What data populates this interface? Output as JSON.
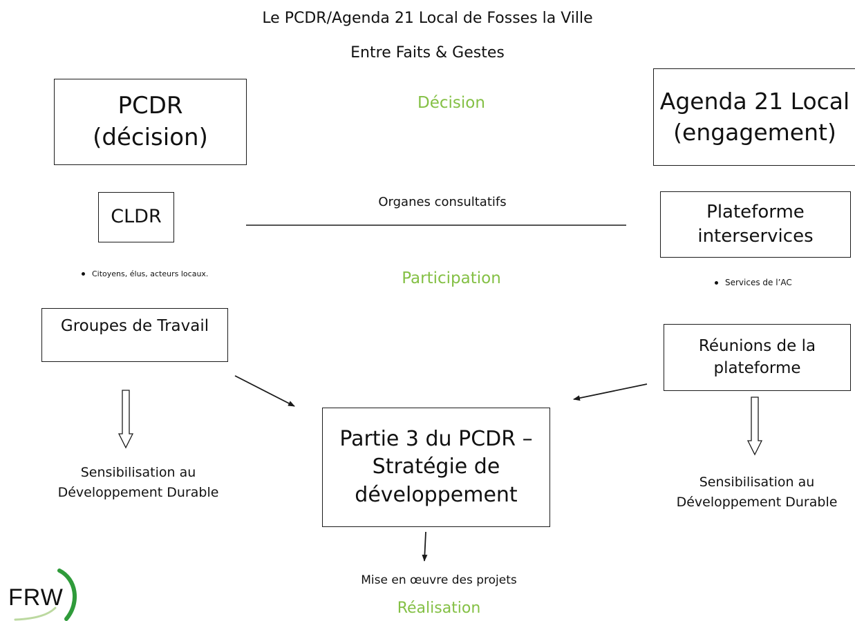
{
  "header": {
    "title": "Le PCDR/Agenda 21 Local de Fosses la Ville",
    "subtitle": "Entre Faits & Gestes"
  },
  "left": {
    "pcdr_box": "PCDR\n(décision)",
    "cldr_box": "CLDR",
    "cldr_bullet": "Citoyens, élus, acteurs locaux.",
    "groupes_box": "Groupes de Travail",
    "sensibilisation": "Sensibilisation au\nDéveloppement Durable"
  },
  "right": {
    "agenda_box": "Agenda 21 Local\n(engagement)",
    "plateforme_box": "Plateforme\ninterservices",
    "services_bullet": "Services de l’AC",
    "reunions_box": "Réunions de la\nplateforme",
    "sensibilisation": "Sensibilisation au\nDéveloppement Durable"
  },
  "center": {
    "decision_label": "Décision",
    "organes_label": "Organes consultatifs",
    "participation_label": "Participation",
    "strategie_box": "Partie 3 du PCDR –\nStratégie de\ndéveloppement",
    "mise_en_oeuvre": "Mise en œuvre des projets",
    "realisation_label": "Réalisation"
  },
  "logo": {
    "text": "FRW"
  },
  "colors": {
    "accent_green": "#84c045",
    "logo_green": "#2f9b3a",
    "logo_light": "#bcd9a0",
    "line": "#1a1a1a"
  }
}
